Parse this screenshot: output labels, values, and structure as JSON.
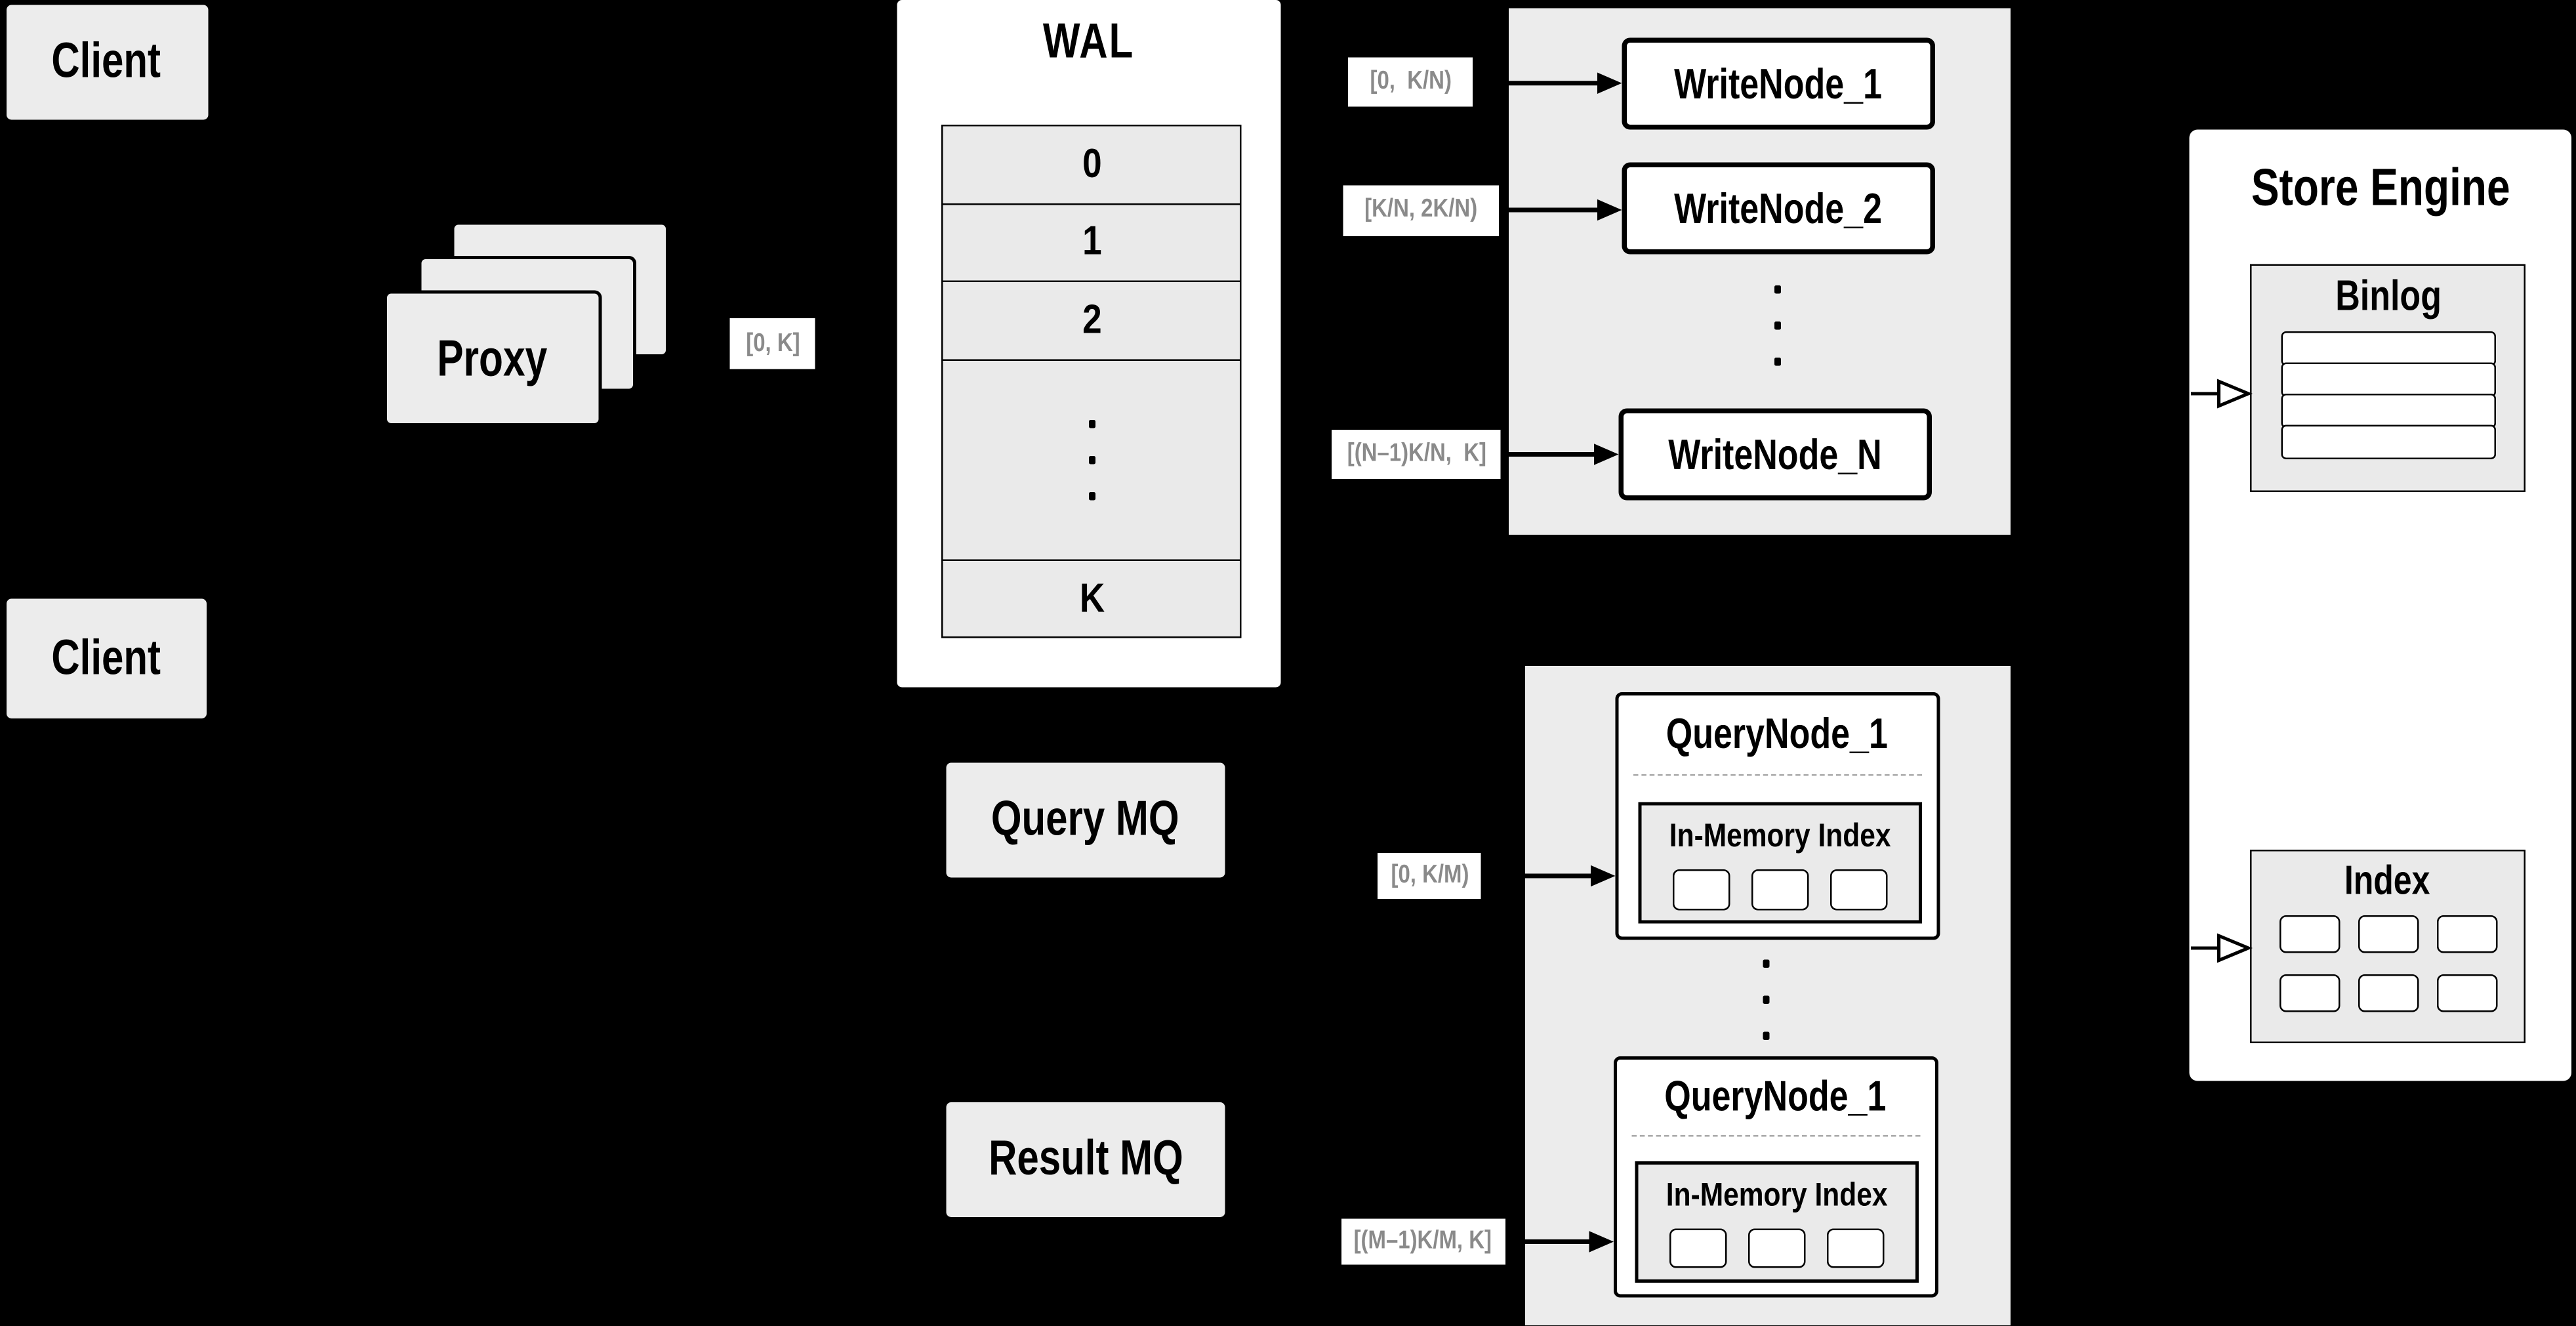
{
  "colors": {
    "background": "#000000",
    "panel_gray": "#ececec",
    "row_gray": "#eaeaea",
    "white": "#ffffff",
    "border_black": "#000000",
    "range_label_text": "#8a8a8a"
  },
  "clients": {
    "top_label": "Client",
    "bottom_label": "Client"
  },
  "proxy": {
    "label": "Proxy"
  },
  "wal": {
    "title": "WAL",
    "rows": [
      "0",
      "1",
      "2",
      "K"
    ]
  },
  "mq": {
    "query_label": "Query MQ",
    "result_label": "Result MQ"
  },
  "write_nodes": {
    "node1": "WriteNode_1",
    "node2": "WriteNode_2",
    "nodeN": "WriteNode_N"
  },
  "query_nodes": {
    "node1_title": "QueryNode_1",
    "node1_inner": "In-Memory Index",
    "node2_title": "QueryNode_1",
    "node2_inner": "In-Memory Index"
  },
  "store": {
    "title": "Store Engine",
    "binlog_title": "Binlog",
    "index_title": "Index"
  },
  "range_labels": {
    "proxy_to_wal": "[0, K]",
    "wal_to_node1": "[0,  K/N)",
    "wal_to_node2": "[K/N, 2K/N)",
    "wal_to_nodeN": "[(N–1)K/N,  K]",
    "mq_to_qnode1": "[0, K/M)",
    "mq_to_qnode2": "[(M–1)K/M, K]"
  }
}
